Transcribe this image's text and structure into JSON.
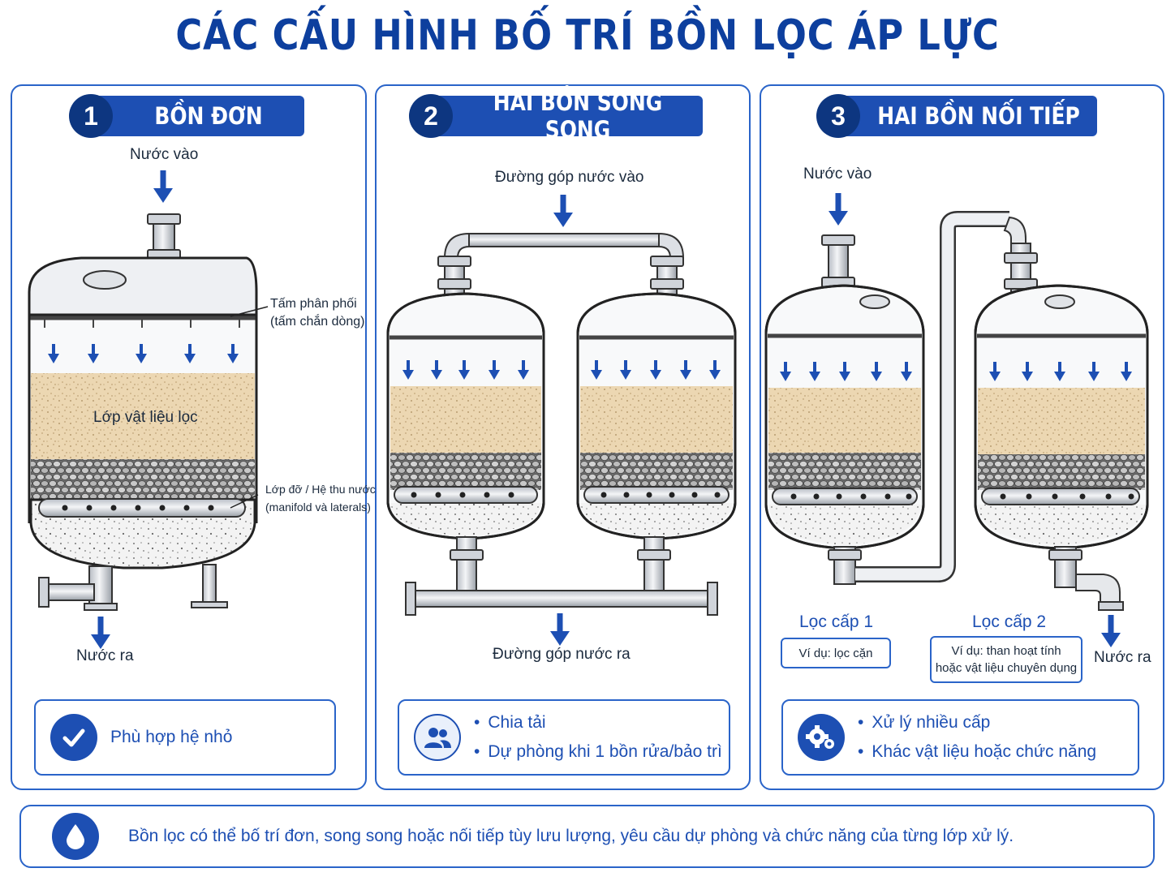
{
  "title": "CÁC CẤU HÌNH BỐ TRÍ BỒN LỌC ÁP LỰC",
  "colors": {
    "primary": "#1d4fb3",
    "dark": "#0d3680",
    "sand": "#ecd7b2",
    "gravel": "#8f8f8f",
    "steel": "#d9dde3"
  },
  "panels": [
    {
      "number": "1",
      "title": "BỒN ĐƠN",
      "labels": {
        "inlet": "Nước vào",
        "distributor": "Tấm phân phối",
        "distributor_sub": "(tấm chắn dòng)",
        "media": "Lớp vật liệu lọc",
        "support": "Lớp đỡ / Hệ thu nước",
        "support_sub": "(manifold và laterals)",
        "outlet": "Nước ra"
      },
      "info": {
        "icon": "check-icon",
        "text": "Phù hợp hệ nhỏ"
      }
    },
    {
      "number": "2",
      "title": "HAI BỒN SONG SONG",
      "labels": {
        "inlet_header": "Đường góp nước vào",
        "outlet_header": "Đường góp nước ra"
      },
      "info": {
        "icon": "users-icon",
        "items": [
          "Chia tải",
          "Dự phòng khi 1 bồn rửa/bảo trì"
        ]
      }
    },
    {
      "number": "3",
      "title": "HAI BỒN NỐI TIẾP",
      "labels": {
        "inlet": "Nước vào",
        "stage1": "Lọc cấp 1",
        "stage1_note": "Ví dụ: lọc cặn",
        "stage2": "Lọc cấp 2",
        "stage2_note_line1": "Ví dụ: than hoạt tính",
        "stage2_note_line2": "hoặc vật liệu chuyên dụng",
        "outlet": "Nước ra"
      },
      "info": {
        "icon": "gears-icon",
        "items": [
          "Xử lý nhiều cấp",
          "Khác vật liệu hoặc chức năng"
        ]
      }
    }
  ],
  "footer": {
    "icon": "water-drop-icon",
    "text": "Bồn lọc có thể bố trí đơn, song song hoặc nối tiếp tùy lưu lượng, yêu cầu dự phòng và chức năng của từng lớp xử lý."
  }
}
